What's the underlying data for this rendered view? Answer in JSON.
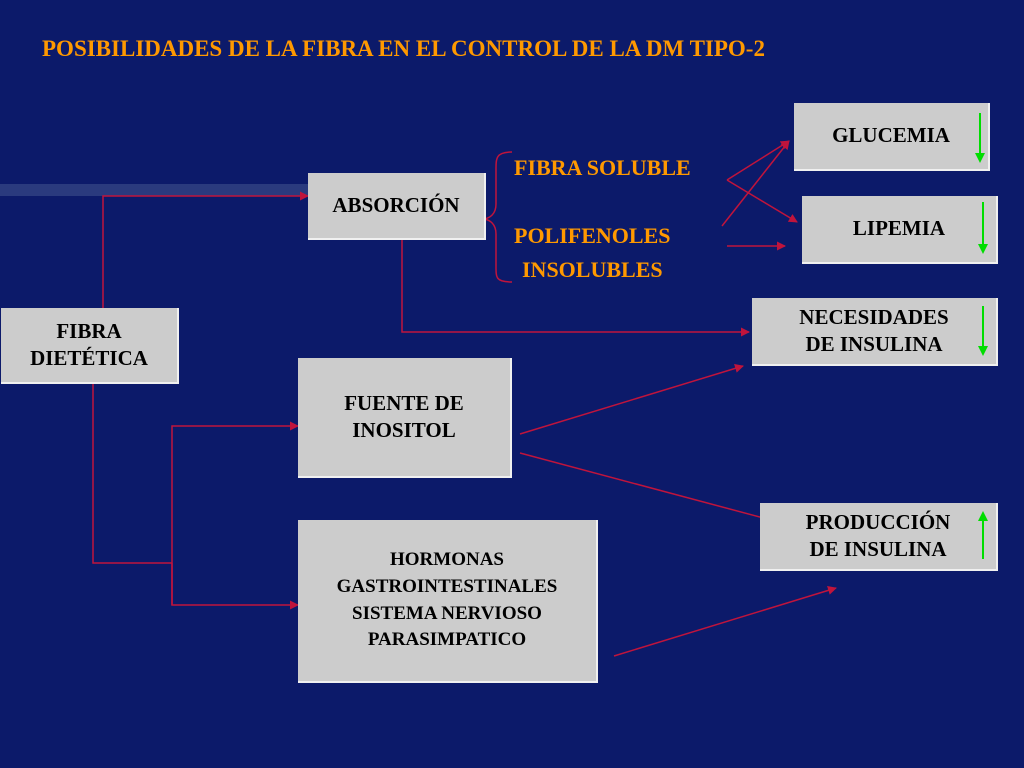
{
  "title": "POSIBILIDADES DE LA FIBRA EN EL CONTROL DE LA DM TIPO-2",
  "boxes": {
    "fibra": [
      "FIBRA",
      "DIETÉTICA"
    ],
    "absorcion": [
      "ABSORCIÓN"
    ],
    "inositol": [
      "FUENTE DE",
      "INOSITOL"
    ],
    "hormonas": [
      "HORMONAS",
      "GASTROINTESTINALES",
      "SISTEMA NERVIOSO",
      "PARASIMPATICO"
    ],
    "glucemia": [
      "GLUCEMIA"
    ],
    "lipemia": [
      "LIPEMIA"
    ],
    "necesidades": [
      "NECESIDADES",
      "DE INSULINA"
    ],
    "produccion": [
      "PRODUCCIÓN",
      "DE INSULINA"
    ]
  },
  "labels": {
    "fibra_soluble": "FIBRA SOLUBLE",
    "polifenoles": "POLIFENOLES",
    "insolubles": "INSOLUBLES"
  },
  "trend_arrows": {
    "glucemia": "down-icon",
    "lipemia": "down-icon",
    "necesidades": "down-icon",
    "produccion": "up-icon"
  },
  "colors": {
    "background": "#0c1a6a",
    "title_and_labels": "#ff9900",
    "box_fill": "#cccccc",
    "connector": "#c0143c",
    "trend_arrow": "#00dd00"
  }
}
